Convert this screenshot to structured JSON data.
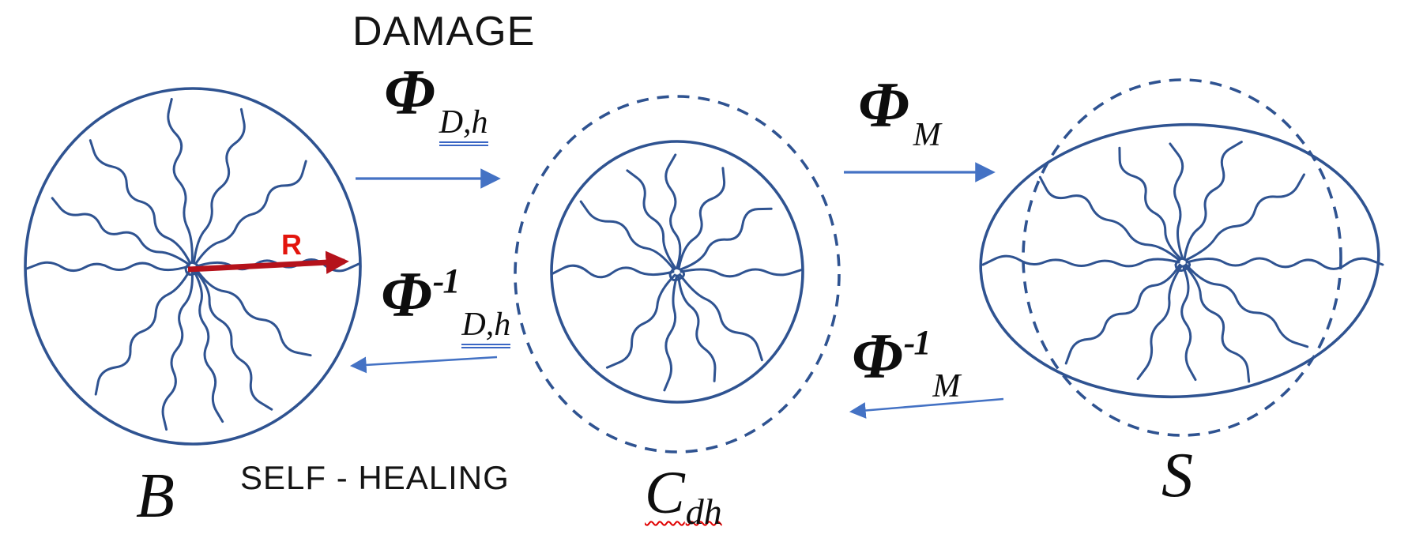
{
  "diagram": {
    "process_top": "DAMAGE",
    "process_bottom": "SELF - HEALING",
    "radius_label": "R",
    "bodies": {
      "reference": {
        "label": "B"
      },
      "healed": {
        "label": "C",
        "sub": "dh"
      },
      "deformed": {
        "label": "S"
      }
    },
    "maps": {
      "damage": {
        "symbol": "Φ",
        "sup": "",
        "sub": "D,h"
      },
      "damage_inverse": {
        "symbol": "Φ",
        "sup": "-1",
        "sub": "D,h"
      },
      "motion": {
        "symbol": "Φ",
        "sup": "",
        "sub": "M"
      },
      "motion_inverse": {
        "symbol": "Φ",
        "sup": "-1",
        "sub": "M"
      }
    },
    "colors": {
      "body_outline": "#2F5391",
      "chain": "#2F5391",
      "map_arrow": "#4472C4",
      "radius_arrow": "#B5121B",
      "radius_label": "#E3150D",
      "text": "#141414",
      "hyperlink_underline": "#3A66C4",
      "spellcheck_underline": "#E00000"
    }
  }
}
